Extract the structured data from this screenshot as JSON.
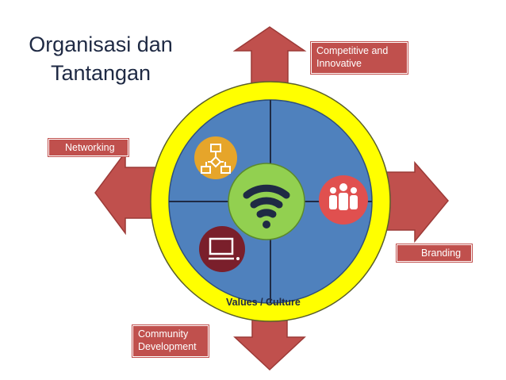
{
  "title_line1": "Organisasi dan",
  "title_line2": "Tantangan",
  "labels": {
    "competitive": [
      "Competitive and",
      "Innovative"
    ],
    "networking": "Networking",
    "branding": "Branding",
    "community": [
      "Community",
      "Development"
    ]
  },
  "center_label": "Values / Culture",
  "colors": {
    "arrow": "#c0504d",
    "ring": "#ffff00",
    "quadrant": "#4f81bd",
    "center": "#92d050",
    "icon_org": "#e6a52a",
    "icon_people": "#e0504f",
    "icon_computer": "#7a1f2b"
  },
  "icons": [
    "wifi-icon",
    "org-chart-icon",
    "team-icon",
    "computer-icon"
  ]
}
